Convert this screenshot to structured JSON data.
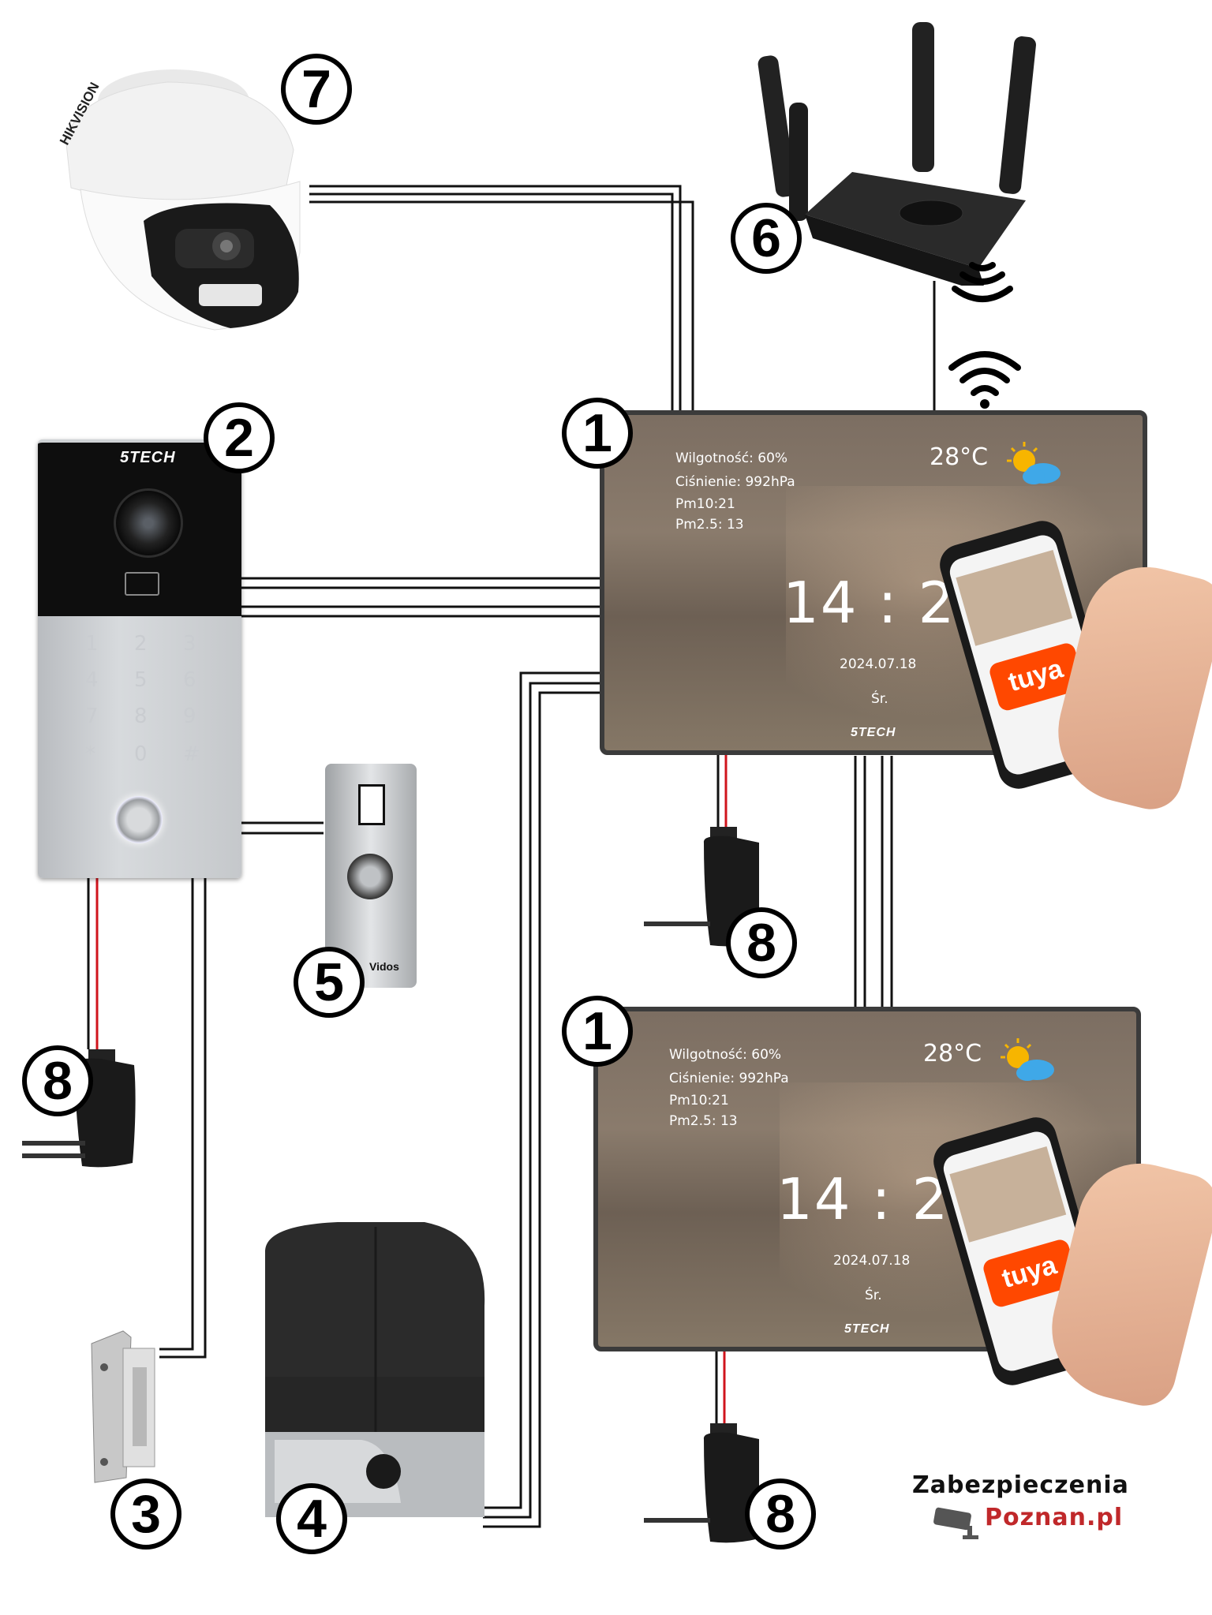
{
  "labels": {
    "monitor_1": "1",
    "monitor_2": "1",
    "door_station": "2",
    "electric_strike": "3",
    "gate_motor": "4",
    "exit_button": "5",
    "router": "6",
    "camera": "7",
    "psu_door": "8",
    "psu_monitor_1": "8",
    "psu_monitor_2": "8"
  },
  "monitor": {
    "humidity": "Wilgotność: 60%",
    "pressure": "Ciśnienie: 992hPa",
    "pm10": "Pm10:21",
    "pm25": "Pm2.5: 13",
    "temperature": "28°C",
    "time": "14 : 24",
    "date": "2024.07.18",
    "weekday": "Śr.",
    "brand": "5TECH"
  },
  "door_station": {
    "brand": "5TECH",
    "keys": [
      "1",
      "2",
      "3",
      "4",
      "5",
      "6",
      "7",
      "8",
      "9",
      "*",
      "0",
      "#"
    ]
  },
  "camera": {
    "brand": "HIKVISION"
  },
  "exit_button": {
    "brand": "Vidos"
  },
  "phone_app": {
    "name": "tuya"
  },
  "logo": {
    "line1": "Zabezpieczenia",
    "line2": "Poznan.pl"
  },
  "icons": {
    "weather": "partly-cloudy-icon",
    "wifi": "wifi-icon",
    "signal": "signal-waves-icon"
  },
  "colors": {
    "wire": "#111111",
    "power_wire": "#d0141c",
    "logo_red": "#c0282a",
    "sun": "#f7b500",
    "cloud": "#3fa8e8"
  }
}
